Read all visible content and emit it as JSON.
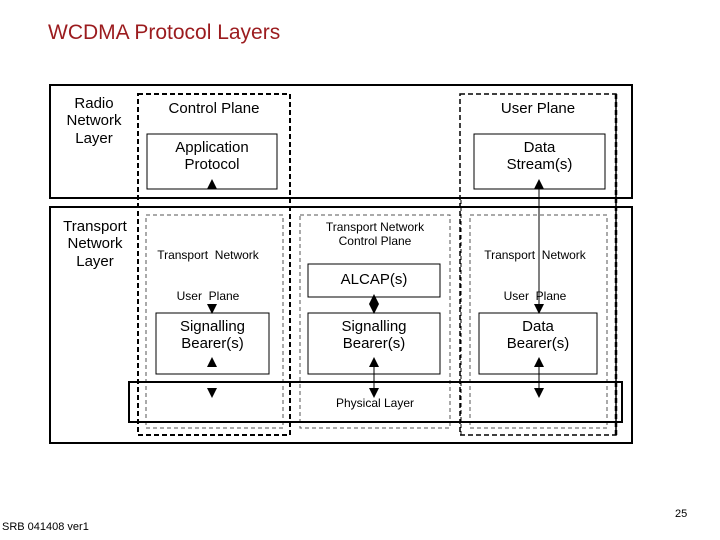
{
  "slide": {
    "title": "WCDMA Protocol Layers",
    "footer_left": "SRB 041408 ver1",
    "page_number": "25",
    "title_color": "#9b1b1e"
  },
  "diagram": {
    "layers": {
      "radio": {
        "line1": "Radio",
        "line2": "Network",
        "line3": "Layer"
      },
      "transport": {
        "line1": "Transport",
        "line2": "Network",
        "line3": "Layer"
      }
    },
    "planes": {
      "control": "Control Plane",
      "user": "User Plane"
    },
    "radio_boxes": {
      "application_protocol": {
        "line1": "Application",
        "line2": "Protocol"
      },
      "data_streams": {
        "line1": "Data",
        "line2": "Stream(s)"
      }
    },
    "transport_planes": {
      "tn_user_left": {
        "line1": "Transport  Network",
        "line2": "User  Plane"
      },
      "tn_control": {
        "line1": "Transport Network",
        "line2": "Control Plane"
      },
      "tn_user_right": {
        "line1": "Transport  Network",
        "line2": "User  Plane"
      }
    },
    "transport_boxes": {
      "alcap": "ALCAP(s)",
      "signalling_left": {
        "line1": "Signalling",
        "line2": "Bearer(s)"
      },
      "signalling_mid": {
        "line1": "Signalling",
        "line2": "Bearer(s)"
      },
      "data_bearer": {
        "line1": "Data",
        "line2": "Bearer(s)"
      }
    },
    "physical_layer": "Physical Layer"
  }
}
